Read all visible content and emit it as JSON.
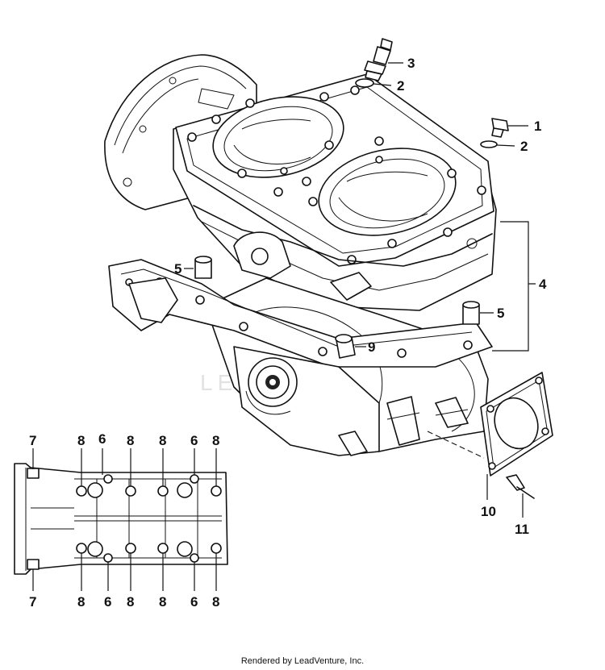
{
  "diagram": {
    "watermark": "LEADVENTURE",
    "callouts": {
      "c1": "1",
      "c2a": "2",
      "c2b": "2",
      "c3": "3",
      "c4": "4",
      "c5a": "5",
      "c5b": "5",
      "c9": "9",
      "c10": "10",
      "c11": "11",
      "i7a": "7",
      "i8a": "8",
      "i6a": "6",
      "i8b": "8",
      "i8c": "8",
      "i6b": "6",
      "i8d": "8",
      "i7b": "7",
      "i8e": "8",
      "i6c": "6",
      "i8f": "8",
      "i8g": "8",
      "i6d": "6",
      "i8h": "8"
    }
  },
  "footer": {
    "text": "Rendered by LeadVenture, Inc."
  }
}
